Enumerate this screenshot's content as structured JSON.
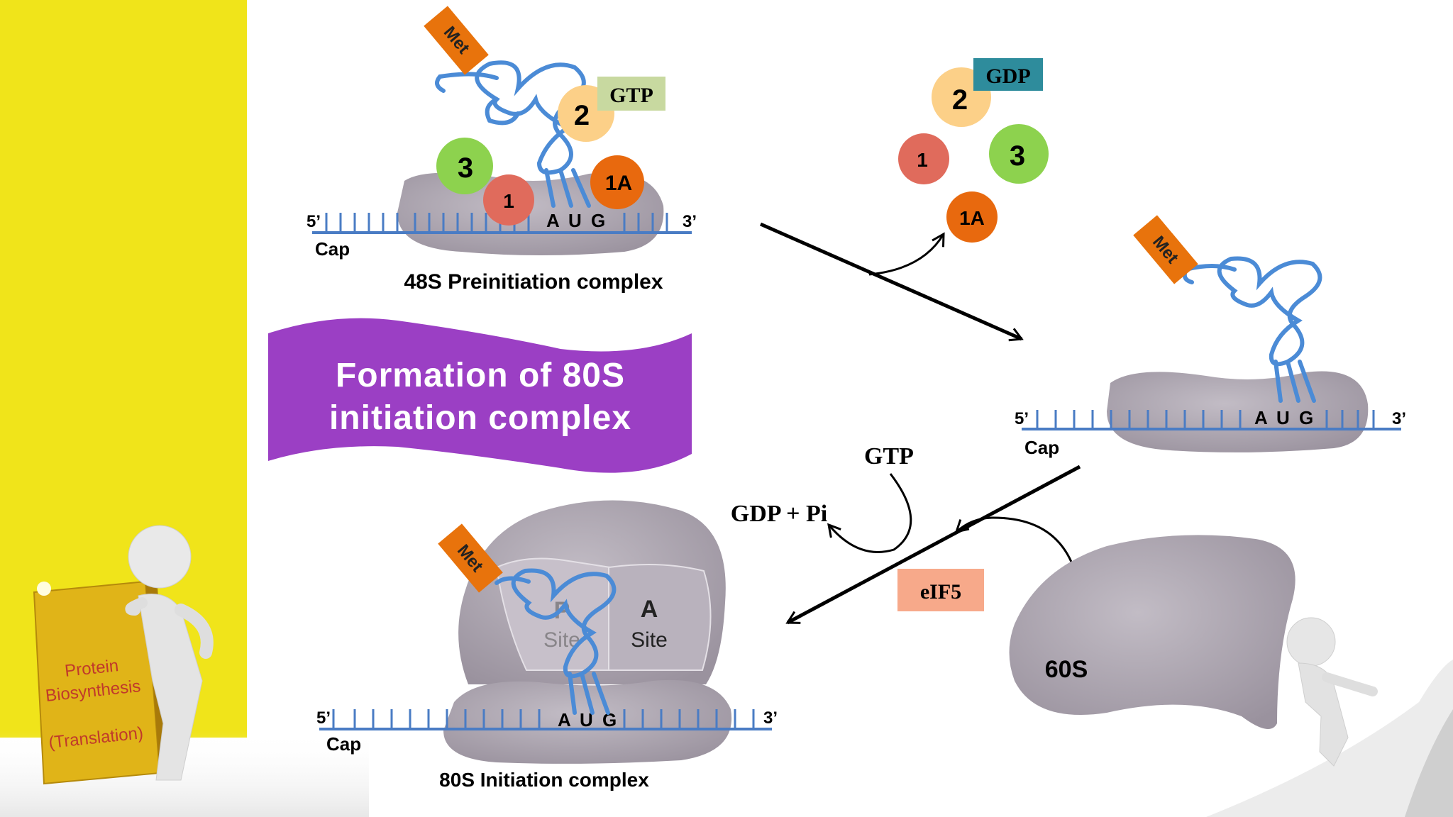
{
  "banner": {
    "line1": "Formation of 80S",
    "line2": "initiation complex",
    "color": "#9b3fc4"
  },
  "book": {
    "line1": "Protein",
    "line2": "Biosynthesis",
    "line3": "(Translation)"
  },
  "complex_48s": {
    "caption": "48S Preinitiation complex",
    "five_prime": "5’",
    "three_prime": "3’",
    "cap": "Cap",
    "codon": "A U G",
    "met": "Met",
    "gtp": "GTP",
    "factors": {
      "f1": "1",
      "f1a": "1A",
      "f2": "2",
      "f3": "3"
    }
  },
  "released": {
    "gdp": "GDP",
    "factors": {
      "f1": "1",
      "f1a": "1A",
      "f2": "2",
      "f3": "3"
    }
  },
  "complex_40s_trna": {
    "five_prime": "5’",
    "three_prime": "3’",
    "cap": "Cap",
    "codon": "A U G",
    "met": "Met"
  },
  "reaction": {
    "gtp": "GTP",
    "gdp_pi": "GDP + Pi",
    "eif5": "eIF5",
    "sub60s": "60S"
  },
  "complex_80s": {
    "caption": "80S Initiation complex",
    "five_prime": "5’",
    "three_prime": "3’",
    "cap": "Cap",
    "codon": "A U G",
    "met": "Met",
    "p_site_letter": "P",
    "p_site_word": "Site",
    "a_site_letter": "A",
    "a_site_word": "Site"
  },
  "colors": {
    "yellow": "#f0e41a",
    "ribosome": "#aaa3ad",
    "mrna": "#4a7cc4",
    "trna": "#4b8bd6",
    "met": "#e8730c",
    "factor1": "#e06b5c",
    "factor1a": "#e8690e",
    "factor2": "#fcd088",
    "factor3": "#8dd24e",
    "gtp_box": "#c8d9a0",
    "gdp_box": "#2e8c9c",
    "eif5_box": "#f7a98a"
  }
}
